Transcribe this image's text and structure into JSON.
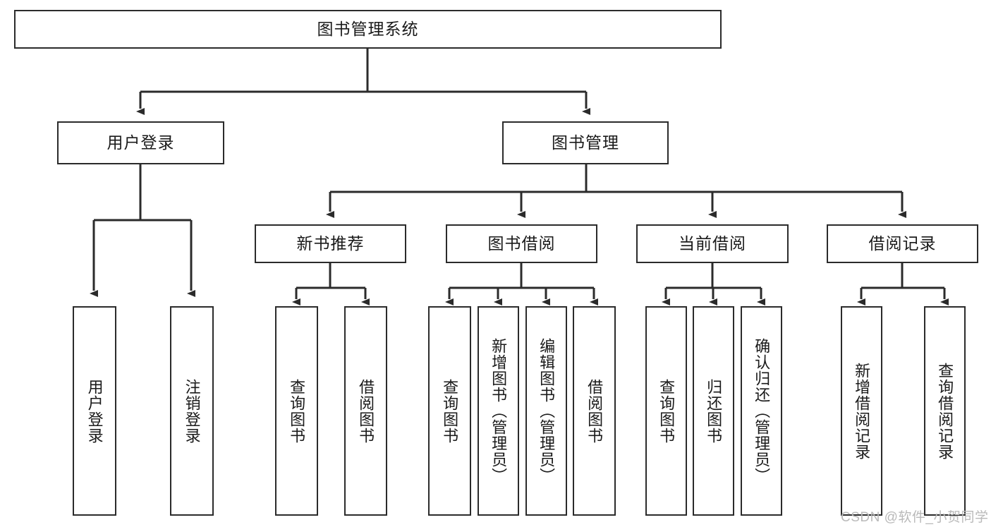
{
  "diagram": {
    "title": "图书管理系统",
    "type": "tree-hierarchy-diagram",
    "root": {
      "label": "图书管理系统"
    },
    "level2": [
      {
        "label": "用户登录"
      },
      {
        "label": "图书管理"
      }
    ],
    "level3": [
      {
        "label": "新书推荐"
      },
      {
        "label": "图书借阅"
      },
      {
        "label": "当前借阅"
      },
      {
        "label": "借阅记录"
      }
    ],
    "leaves": {
      "user_login": [
        {
          "label": "用户登录"
        },
        {
          "label": "注销登录"
        }
      ],
      "new_book_recommend": [
        {
          "label": "查询图书"
        },
        {
          "label": "借阅图书"
        }
      ],
      "book_borrow": [
        {
          "label": "查询图书"
        },
        {
          "label": "新增图书（管理员）"
        },
        {
          "label": "编辑图书（管理员）"
        },
        {
          "label": "借阅图书"
        }
      ],
      "current_borrow": [
        {
          "label": "查询图书"
        },
        {
          "label": "归还图书"
        },
        {
          "label": "确认归还（管理员）"
        }
      ],
      "borrow_record": [
        {
          "label": "新增借阅记录"
        },
        {
          "label": "查询借阅记录"
        }
      ]
    }
  },
  "watermark": {
    "text": "CSDN @软件_小贺同学"
  },
  "colors": {
    "stroke": "#2b2b2b",
    "fill": "#ffffff",
    "text": "#1a1a1a",
    "watermark": "#b9b9b9"
  }
}
